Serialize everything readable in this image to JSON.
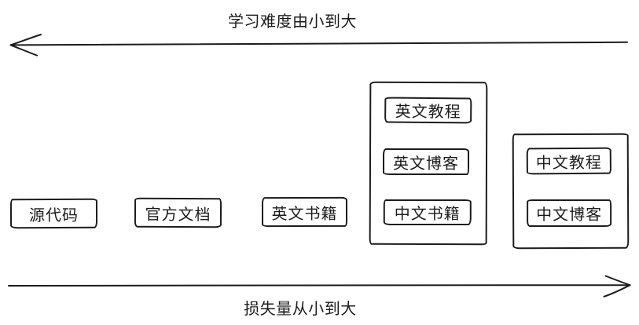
{
  "axes": {
    "top": {
      "label": "学习难度由小到大",
      "direction": "left"
    },
    "bottom": {
      "label": "损失量从小到大",
      "direction": "right"
    }
  },
  "boxes": [
    {
      "id": "source-code",
      "label": "源代码"
    },
    {
      "id": "official-docs",
      "label": "官方文档"
    },
    {
      "id": "english-books",
      "label": "英文书籍"
    }
  ],
  "groups": [
    {
      "id": "group-middle",
      "items": [
        {
          "id": "english-tutorial",
          "label": "英文教程"
        },
        {
          "id": "english-blog",
          "label": "英文博客"
        },
        {
          "id": "chinese-books",
          "label": "中文书籍"
        }
      ]
    },
    {
      "id": "group-right",
      "items": [
        {
          "id": "chinese-tutorial",
          "label": "中文教程"
        },
        {
          "id": "chinese-blog",
          "label": "中文博客"
        }
      ]
    }
  ],
  "colors": {
    "stroke": "#1c1c1c",
    "background": "#ffffff"
  }
}
